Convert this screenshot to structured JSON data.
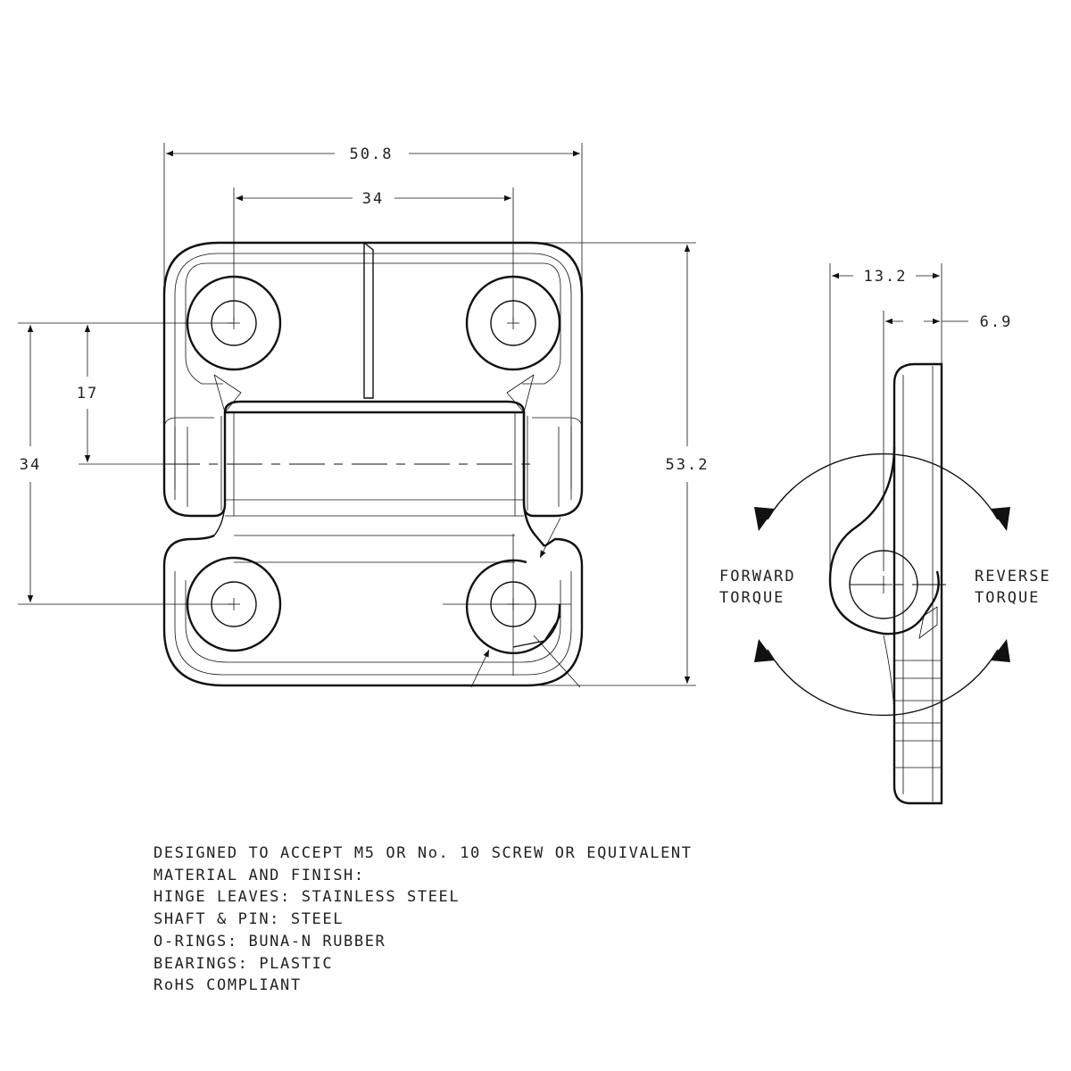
{
  "dimensions": {
    "overall_width": "50.8",
    "hole_spacing_x": "34",
    "hole_spacing_y": "34",
    "half_spacing_y": "17",
    "overall_height": "53.2",
    "side_depth": "13.2",
    "side_offset": "6.9"
  },
  "torque": {
    "forward_line1": "FORWARD",
    "forward_line2": "TORQUE",
    "reverse_line1": "REVERSE",
    "reverse_line2": "TORQUE"
  },
  "notes": [
    "DESIGNED TO ACCEPT M5 OR No. 10 SCREW OR EQUIVALENT",
    "MATERIAL AND FINISH:",
    "HINGE LEAVES: STAINLESS STEEL",
    "SHAFT & PIN: STEEL",
    "O-RINGS: BUNA-N RUBBER",
    "BEARINGS: PLASTIC",
    "RoHS COMPLIANT"
  ]
}
